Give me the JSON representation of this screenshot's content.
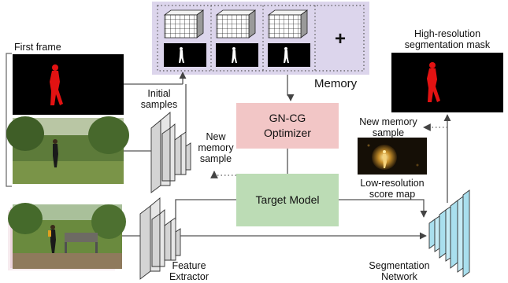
{
  "labels": {
    "first_frame": "First frame",
    "initial_samples": [
      "Initial",
      "samples"
    ],
    "memory": "Memory",
    "memory_plus": "+",
    "new_memory_sample_left": [
      "New",
      "memory",
      "sample"
    ],
    "gn_cg_optimizer": [
      "GN-CG",
      "Optimizer"
    ],
    "target_model": "Target Model",
    "high_res_mask": [
      "High-resolution",
      "segmentation mask"
    ],
    "new_memory_sample_right": [
      "New memory",
      "sample"
    ],
    "low_res_score_map": [
      "Low-resolution",
      "score map"
    ],
    "feature_extractor": [
      "Feature",
      "Extractor"
    ],
    "segmentation_network": [
      "Segmentation",
      "Network"
    ]
  },
  "colors": {
    "memory_bg": "#dcd5ec",
    "optimizer_bg": "#f2c6c6",
    "target_bg": "#bcdcb5",
    "extractor": "#d4d4d4",
    "seg_network": "#a9dfee",
    "mask_figure": "#e21212"
  }
}
